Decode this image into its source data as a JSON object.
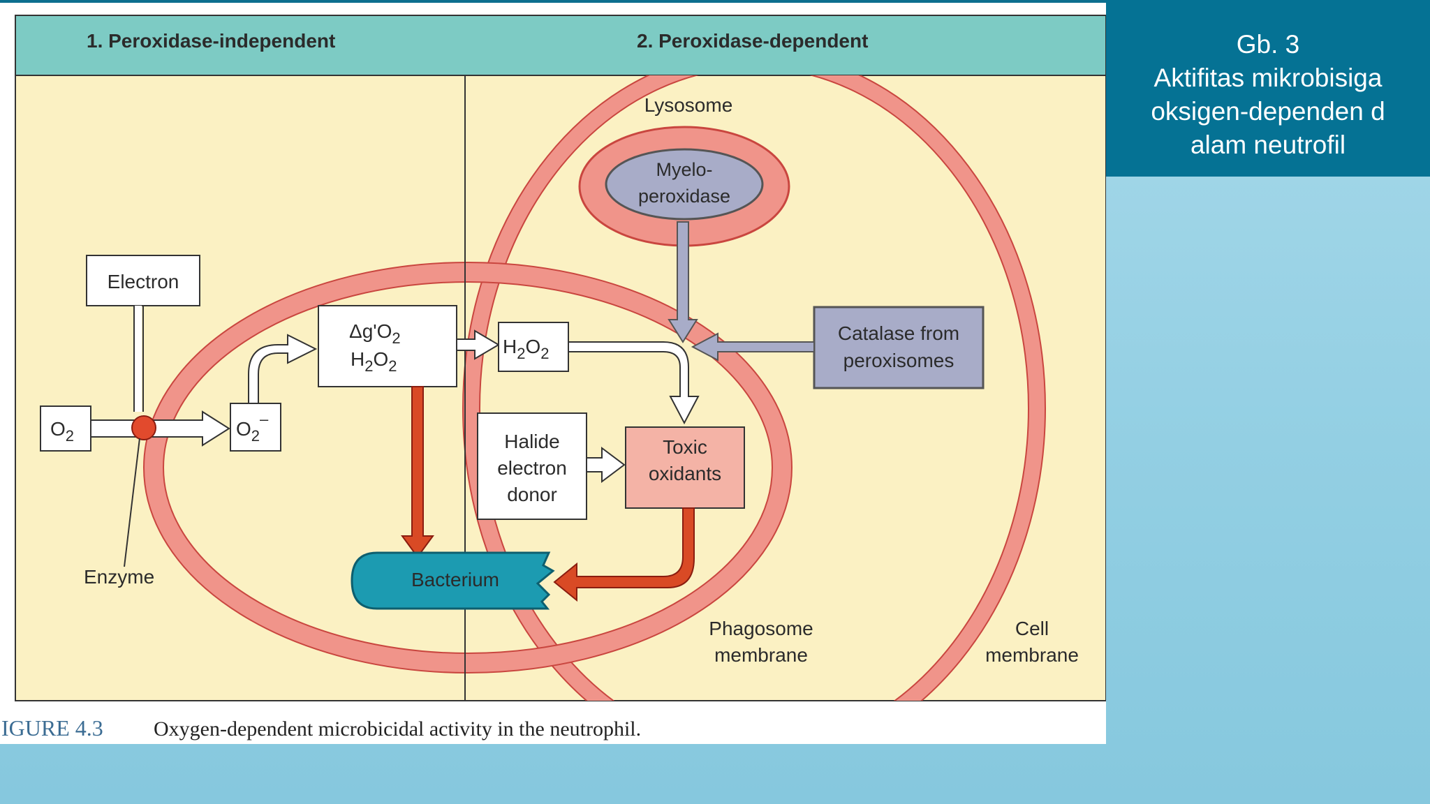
{
  "slide": {
    "title_line1": "Gb. 3",
    "title_line2": "Aktifitas mikrobisiga",
    "title_line3": "oksigen-dependen d",
    "title_line4": "alam neutrofil"
  },
  "figure": {
    "header_left": "1. Peroxidase-independent",
    "header_right": "2. Peroxidase-dependent",
    "labels": {
      "lysosome": "Lysosome",
      "myelo_1": "Myelo-",
      "myelo_2": "peroxidase",
      "electron": "Electron",
      "o2": "O",
      "o2_sub": "2",
      "superoxide": "O",
      "superoxide_sub": "2",
      "superoxide_sup": "–",
      "singlet": "Δg'O",
      "singlet_sub": "2",
      "h2o2_a": "H",
      "h2o2_a_sub1": "2",
      "h2o2_a_mid": "O",
      "h2o2_a_sub2": "2",
      "h2o2_b": "H",
      "h2o2_b_sub1": "2",
      "h2o2_b_mid": "O",
      "h2o2_b_sub2": "2",
      "catalase_1": "Catalase from",
      "catalase_2": "peroxisomes",
      "halide_1": "Halide",
      "halide_2": "electron",
      "halide_3": "donor",
      "toxic_1": "Toxic",
      "toxic_2": "oxidants",
      "enzyme": "Enzyme",
      "bacterium": "Bacterium",
      "phagosome_1": "Phagosome",
      "phagosome_2": "membrane",
      "cell_1": "Cell",
      "cell_2": "membrane"
    },
    "caption_fig": "IGURE 4.3",
    "caption_text": "Oxygen-dependent microbicidal activity in the neutrophil."
  },
  "colors": {
    "header": "#7dcbc4",
    "cytoplasm": "#fbf1c3",
    "membrane": "#f0948a",
    "membrane_edge": "#c9463f",
    "myeloperoxidase": "#a8acc8",
    "catalase": "#a8acc8",
    "toxic": "#f4b3a6",
    "bacterium": "#1c9bb1",
    "red_arrow": "#d94a25",
    "slide_title_bg": "#057294"
  }
}
